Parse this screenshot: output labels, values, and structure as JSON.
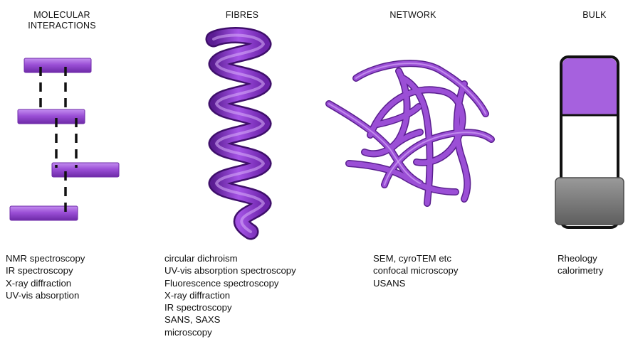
{
  "columns": [
    {
      "id": "molecular",
      "heading_lines": [
        "MOLECULAR",
        "INTERACTIONS"
      ],
      "icon": "molecular-stacking-illustration",
      "techniques": [
        "NMR spectroscopy",
        "IR spectroscopy",
        "X-ray diffraction",
        "UV-vis absorption"
      ]
    },
    {
      "id": "fibres",
      "heading_lines": [
        "FIBRES"
      ],
      "icon": "helical-fibre-illustration",
      "techniques": [
        "circular dichroism",
        "UV-vis absorption spectroscopy",
        "Fluorescence spectroscopy",
        "X-ray diffraction",
        "IR spectroscopy",
        "SANS, SAXS",
        "microscopy"
      ]
    },
    {
      "id": "network",
      "heading_lines": [
        "NETWORK"
      ],
      "icon": "fibre-network-illustration",
      "techniques": [
        "SEM, cyroTEM etc",
        "confocal microscopy",
        "USANS"
      ]
    },
    {
      "id": "bulk",
      "heading_lines": [
        "BULK"
      ],
      "icon": "gel-vial-illustration",
      "techniques": [
        "Rheology",
        "calorimetry"
      ]
    }
  ],
  "colors": {
    "purple": "#9b4fd6",
    "purple_dark": "#6e2aa8",
    "purple_light": "#c48ef0",
    "gray": "#7b7b7b",
    "text": "#111111"
  }
}
